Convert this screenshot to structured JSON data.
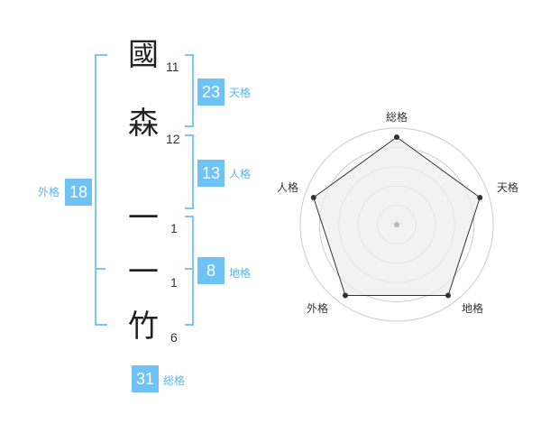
{
  "name": {
    "chars": [
      {
        "char": "國",
        "strokes": "11"
      },
      {
        "char": "森",
        "strokes": "12"
      },
      {
        "char": "一",
        "strokes": "1"
      },
      {
        "char": "一",
        "strokes": "1"
      },
      {
        "char": "竹",
        "strokes": "6"
      }
    ]
  },
  "kaku": {
    "tenkaku": {
      "value": "23",
      "label": "天格"
    },
    "jinkaku": {
      "value": "13",
      "label": "人格"
    },
    "chikaku": {
      "value": "8",
      "label": "地格"
    },
    "gaikaku": {
      "value": "18",
      "label": "外格"
    },
    "soukaku": {
      "value": "31",
      "label": "総格"
    }
  },
  "chart_data": {
    "type": "radar",
    "axes": [
      "総格",
      "天格",
      "地格",
      "外格",
      "人格"
    ],
    "values": [
      1,
      1,
      1,
      1,
      1
    ],
    "range": [
      0,
      1
    ],
    "rings": 5,
    "colors": {
      "accent": "#6ec2f4",
      "fill": "#eeeeee",
      "line": "#333333",
      "ring": "#cccccc"
    }
  }
}
